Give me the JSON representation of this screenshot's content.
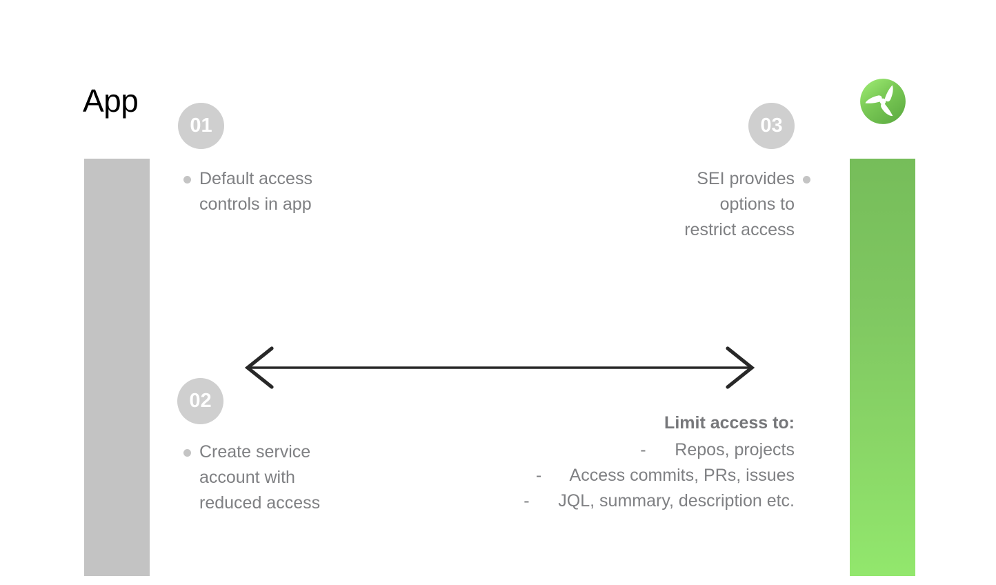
{
  "slide": {
    "title": "App",
    "background_color": "#ffffff"
  },
  "bars": {
    "left": {
      "name": "app-column-bar",
      "color": "#c3c3c3"
    },
    "right": {
      "name": "sei-column-bar",
      "gradient_from": "#76bd5a",
      "gradient_to": "#92e76d"
    }
  },
  "brand": {
    "logo_name": "harness-propeller-logo",
    "circle_gradient_from": "#9ae86f",
    "circle_gradient_to": "#5faf44",
    "blade_color": "#ffffff"
  },
  "steps": [
    {
      "number": "01",
      "badge_color": "#cfcfcf",
      "align": "left",
      "lines": [
        "Default access",
        "controls in app"
      ]
    },
    {
      "number": "02",
      "badge_color": "#cfcfcf",
      "align": "left",
      "lines": [
        "Create service",
        "account with",
        "reduced access"
      ]
    },
    {
      "number": "03",
      "badge_color": "#cfcfcf",
      "align": "right",
      "lines": [
        "SEI provides",
        "options to",
        "restrict access"
      ]
    }
  ],
  "arrow": {
    "name": "bidirectional-arrow",
    "color": "#282828",
    "direction": "both"
  },
  "limit_access": {
    "heading": "Limit access to:",
    "items": [
      "-      Repos, projects",
      "-      Access commits, PRs, issues",
      "-      JQL, summary, description etc."
    ]
  },
  "colors": {
    "text_gray": "#7f8083",
    "bullet_gray": "#c4c4c4",
    "badge_gray": "#cfcfcf",
    "arrow_dark": "#282828"
  }
}
